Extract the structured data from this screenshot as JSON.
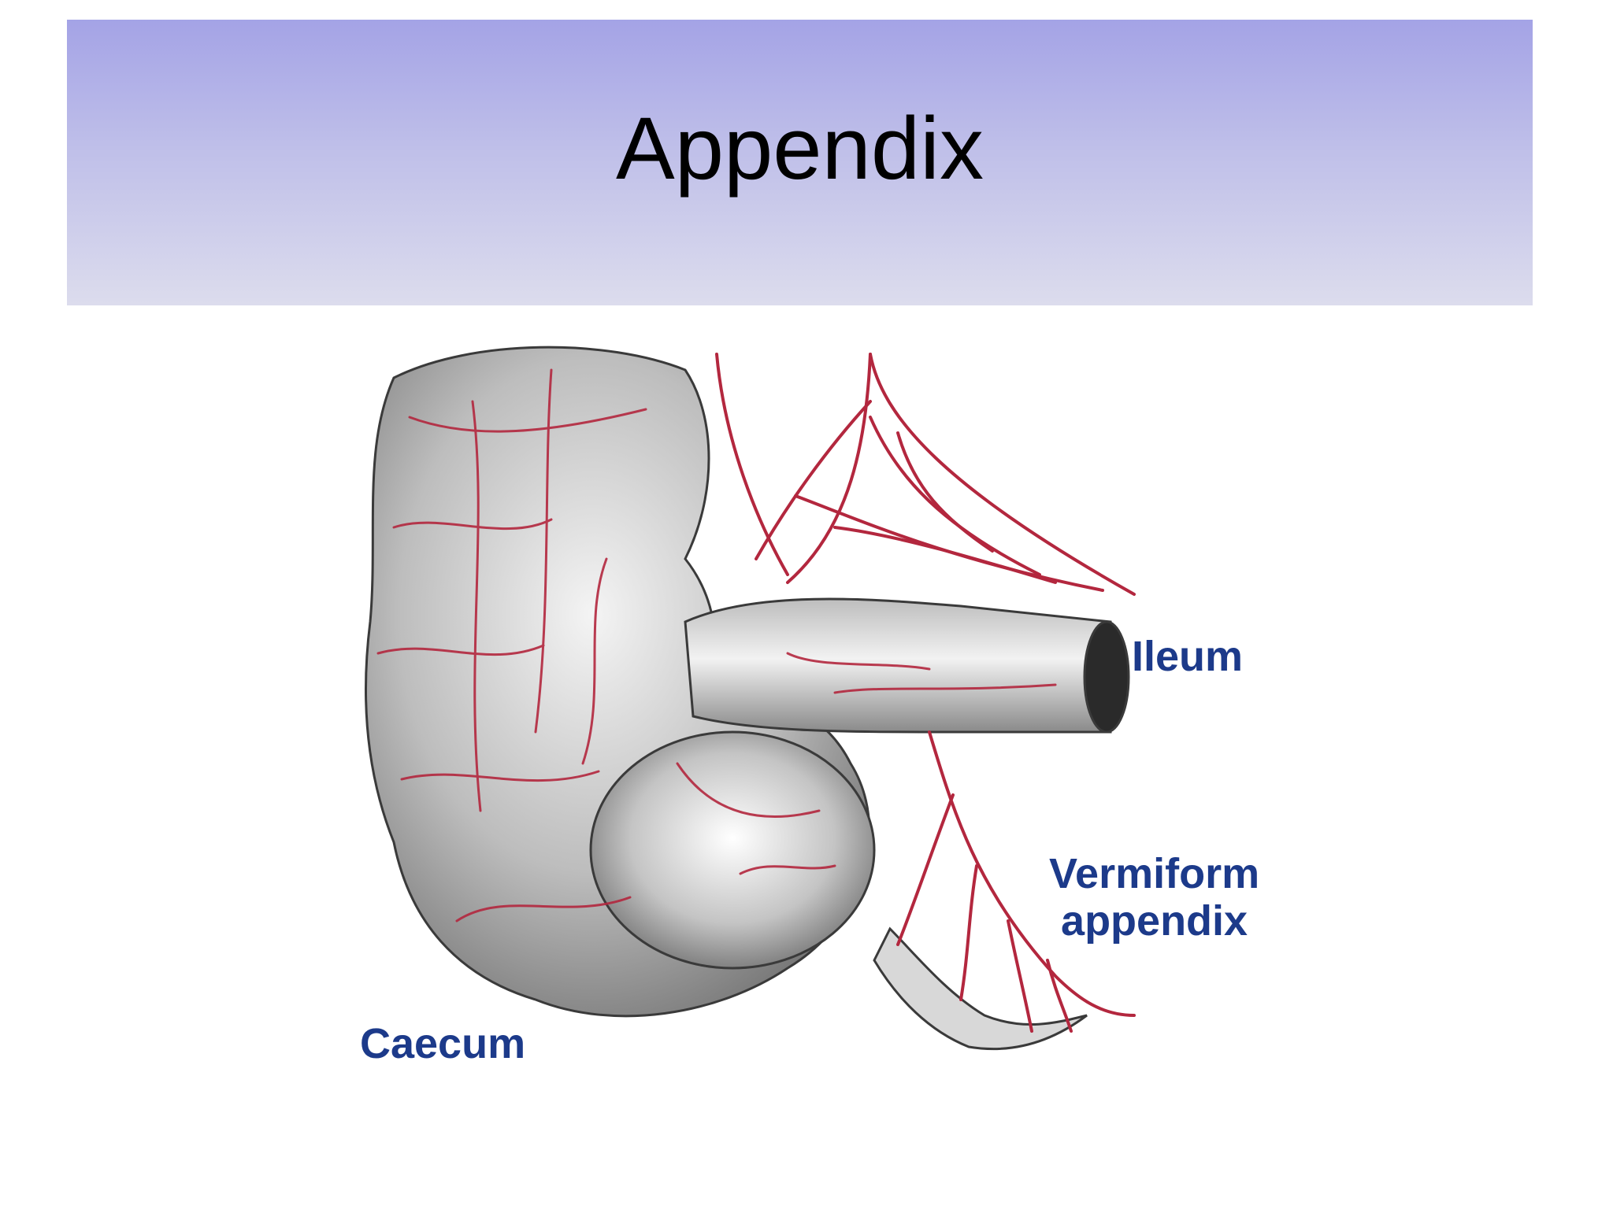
{
  "slide": {
    "title": "Appendix"
  },
  "figure": {
    "labels": {
      "ileum": "Ileum",
      "vermiform_line1": "Vermiform",
      "vermiform_line2": "appendix",
      "caecum": "Caecum"
    },
    "colors": {
      "title_bar_top": "#a4a3e6",
      "title_bar_bottom": "#dcdced",
      "label_text": "#1c3a8a",
      "vessels": "#b3273e",
      "organ_shading": "#8a8a8a"
    }
  }
}
